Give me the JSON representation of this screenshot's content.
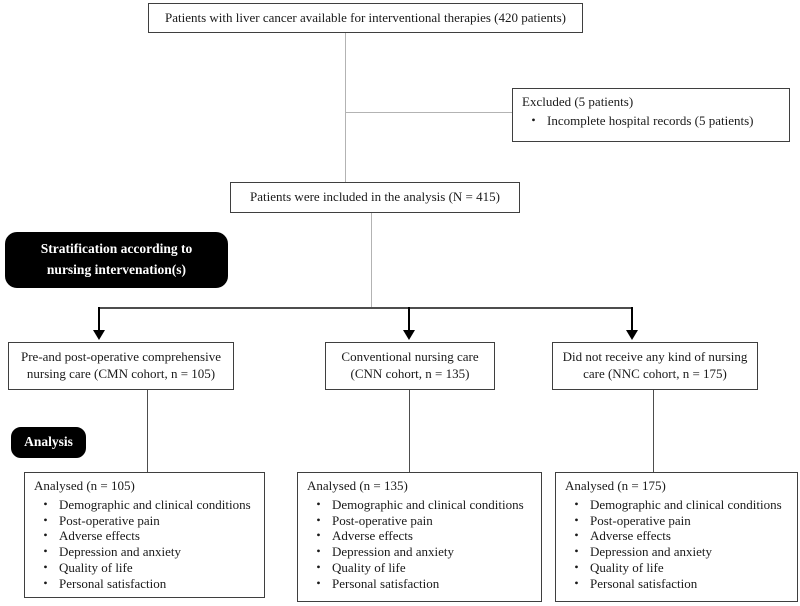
{
  "colors": {
    "page-bg": "#ffffff",
    "box-border": "#3f3f3f",
    "box-bg": "#ffffff",
    "text": "#1a1a1a",
    "label-bg": "#000000",
    "label-text": "#ffffff",
    "line-light": "#b3b3b3",
    "line-dark": "#4d4d4d",
    "arrow": "#000000"
  },
  "chars": {
    "bullet": "•"
  },
  "flow": {
    "top_box": "Patients with liver cancer available for interventional therapies (420 patients)",
    "excluded": {
      "title": "Excluded (5 patients)",
      "bullets": [
        "Incomplete hospital records (5 patients)"
      ]
    },
    "included_box": "Patients were included in the analysis (N = 415)",
    "stratification_label": {
      "line1": "Stratification according to",
      "line2": "nursing intervenation(s)"
    },
    "cohorts": [
      {
        "line1": "Pre-and post-operative comprehensive",
        "line2": "nursing care (CMN cohort, n = 105)"
      },
      {
        "line1": "Conventional nursing care",
        "line2": "(CNN cohort, n = 135)"
      },
      {
        "line1": "Did not receive any kind of nursing",
        "line2": "care (NNC cohort, n = 175)"
      }
    ],
    "analysis_label": "Analysis",
    "analysed": [
      {
        "title": "Analysed (n = 105)",
        "bullets": [
          "Demographic and clinical conditions",
          "Post-operative pain",
          "Adverse effects",
          "Depression and anxiety",
          "Quality of life",
          "Personal satisfaction"
        ]
      },
      {
        "title": "Analysed (n = 135)",
        "bullets": [
          "Demographic and clinical conditions",
          "Post-operative pain",
          "Adverse effects",
          "Depression and anxiety",
          "Quality of life",
          "Personal satisfaction"
        ]
      },
      {
        "title": "Analysed (n = 175)",
        "bullets": [
          "Demographic and clinical conditions",
          "Post-operative pain",
          "Adverse effects",
          "Depression and anxiety",
          "Quality of life",
          "Personal satisfaction"
        ]
      }
    ]
  }
}
